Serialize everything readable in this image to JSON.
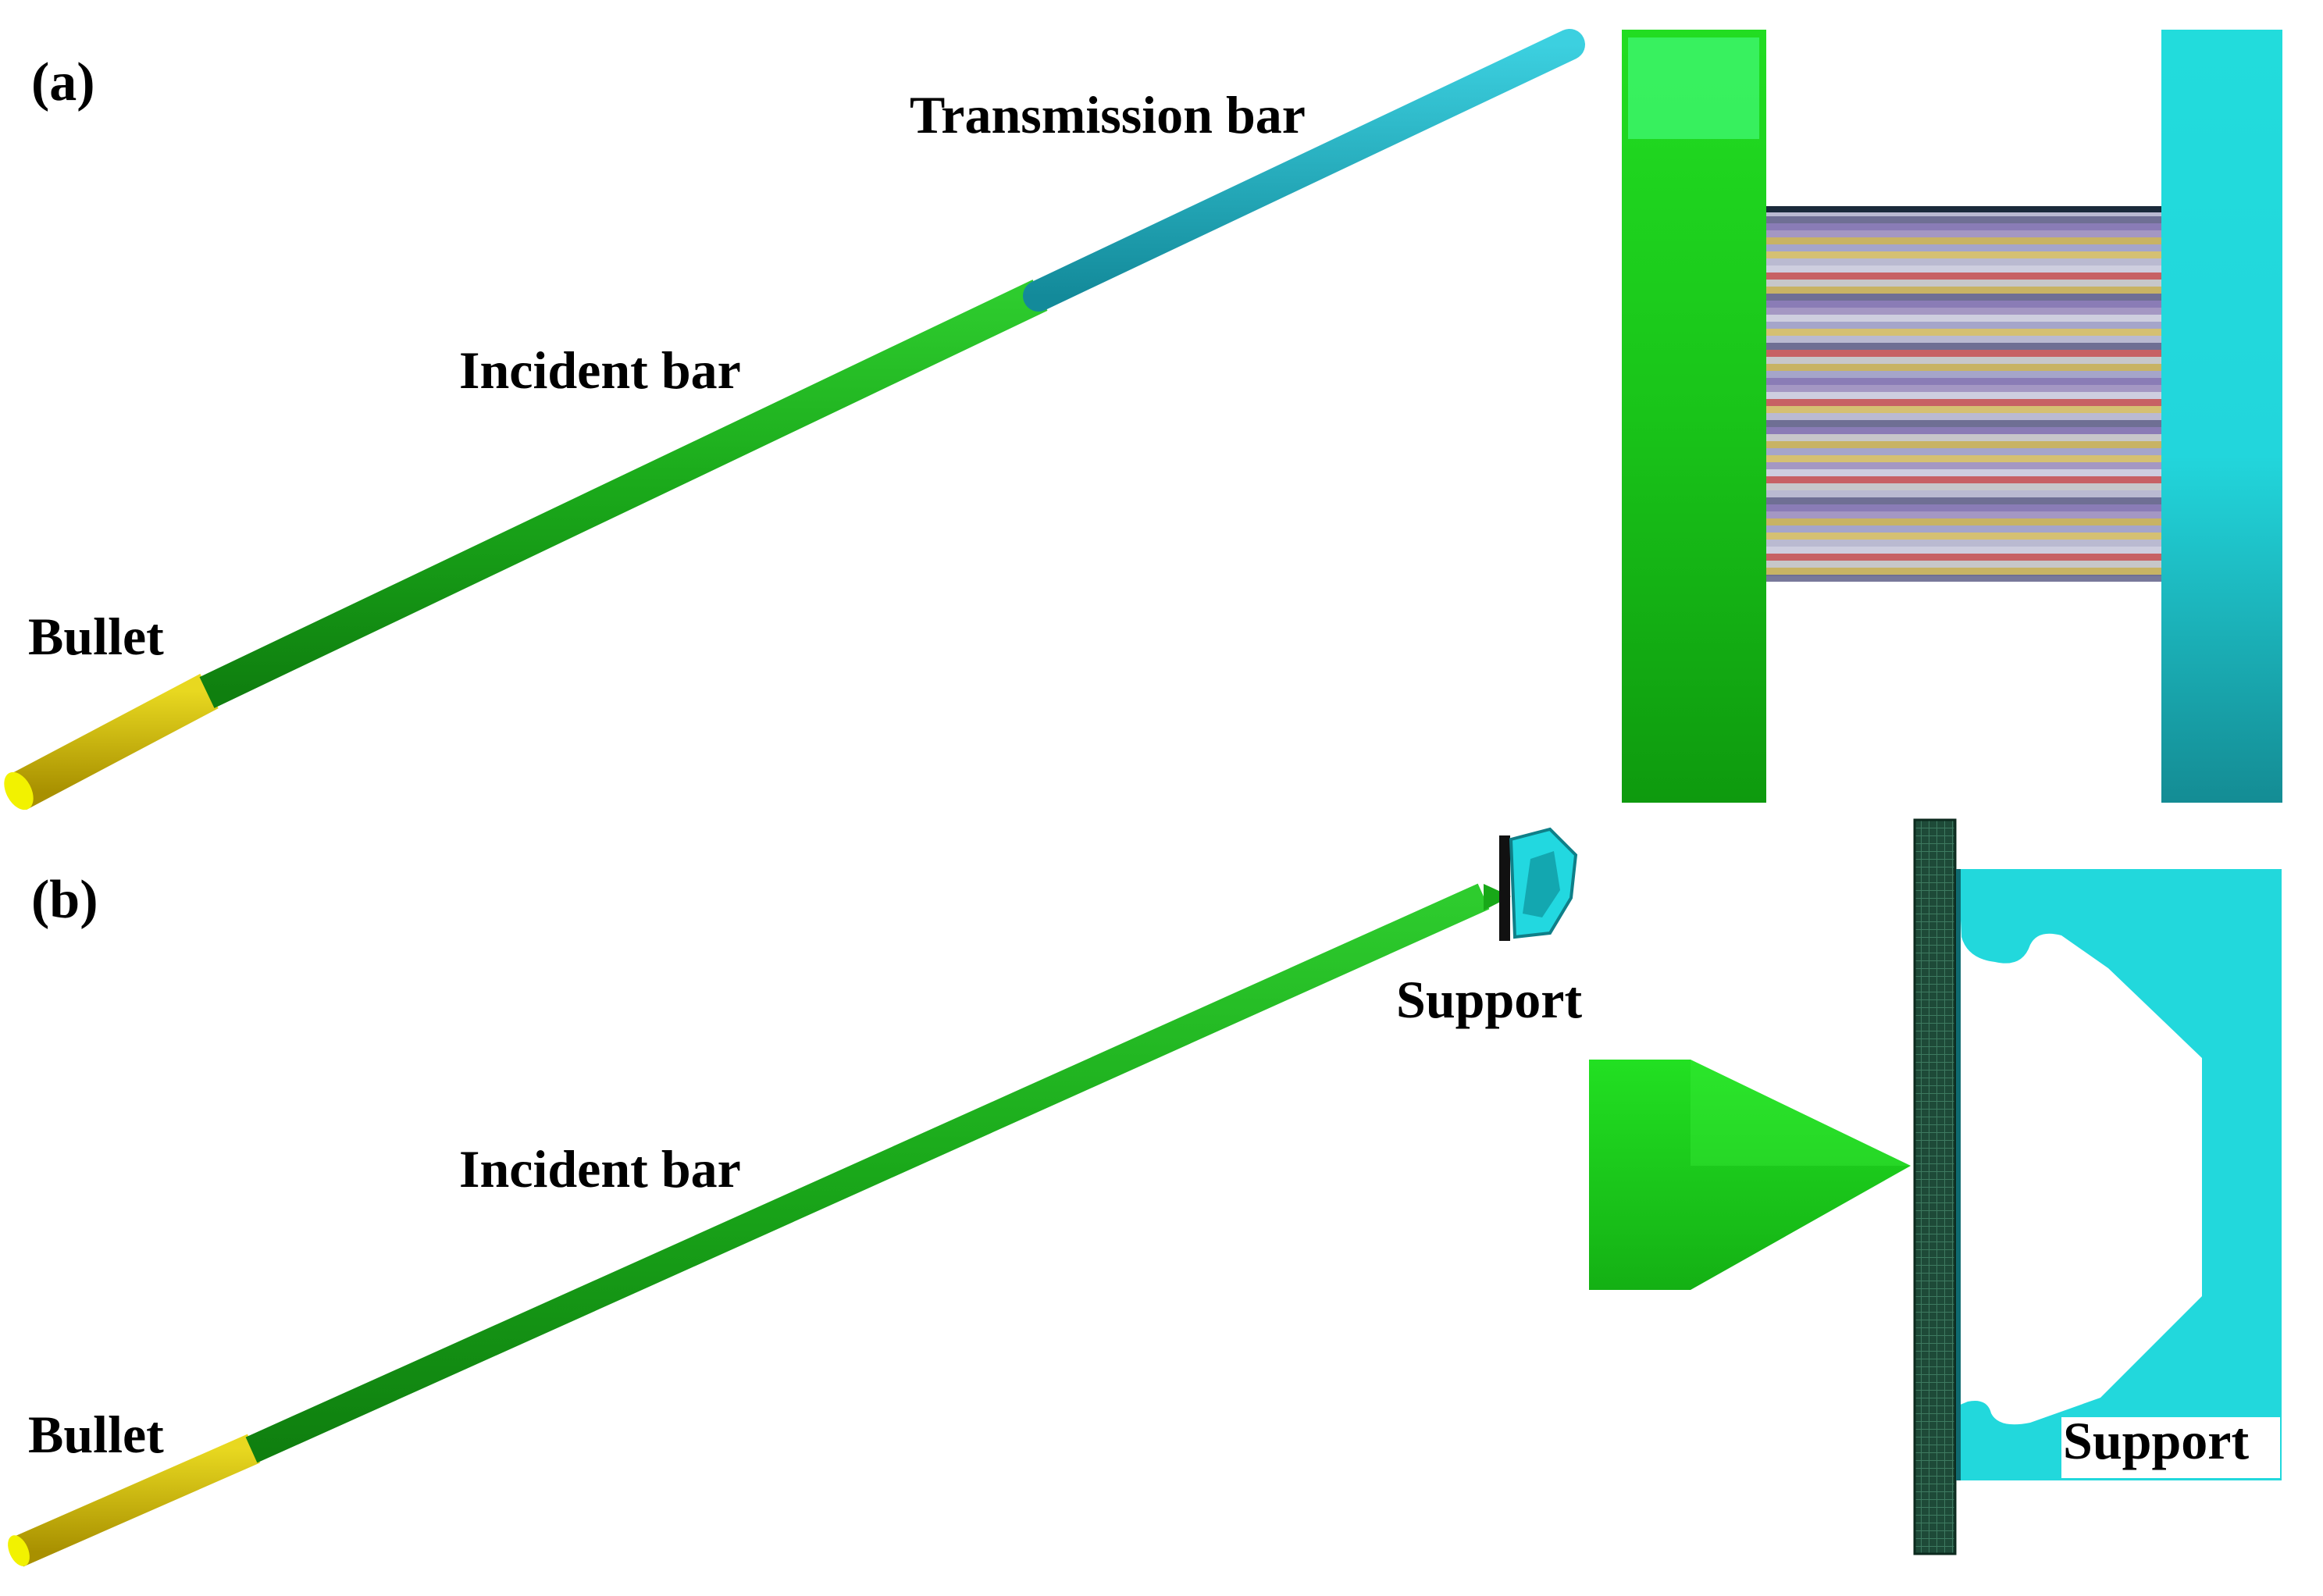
{
  "panel_a": {
    "tag": "(a)",
    "labels": {
      "transmission_bar": "Transmission bar",
      "incident_bar": "Incident bar",
      "bullet": "Bullet"
    }
  },
  "panel_b": {
    "tag": "(b)",
    "labels": {
      "support_top": "Support",
      "incident_bar": "Incident bar",
      "bullet": "Bullet",
      "support_detail": "Support"
    }
  },
  "colors": {
    "bullet": "#d8c800",
    "bullet_end": "#f2f200",
    "incident_bar": "#18a818",
    "transmission_bar": "#18b8c8",
    "support": "#22d8d8",
    "specimen_plate": "#1e4a38"
  }
}
